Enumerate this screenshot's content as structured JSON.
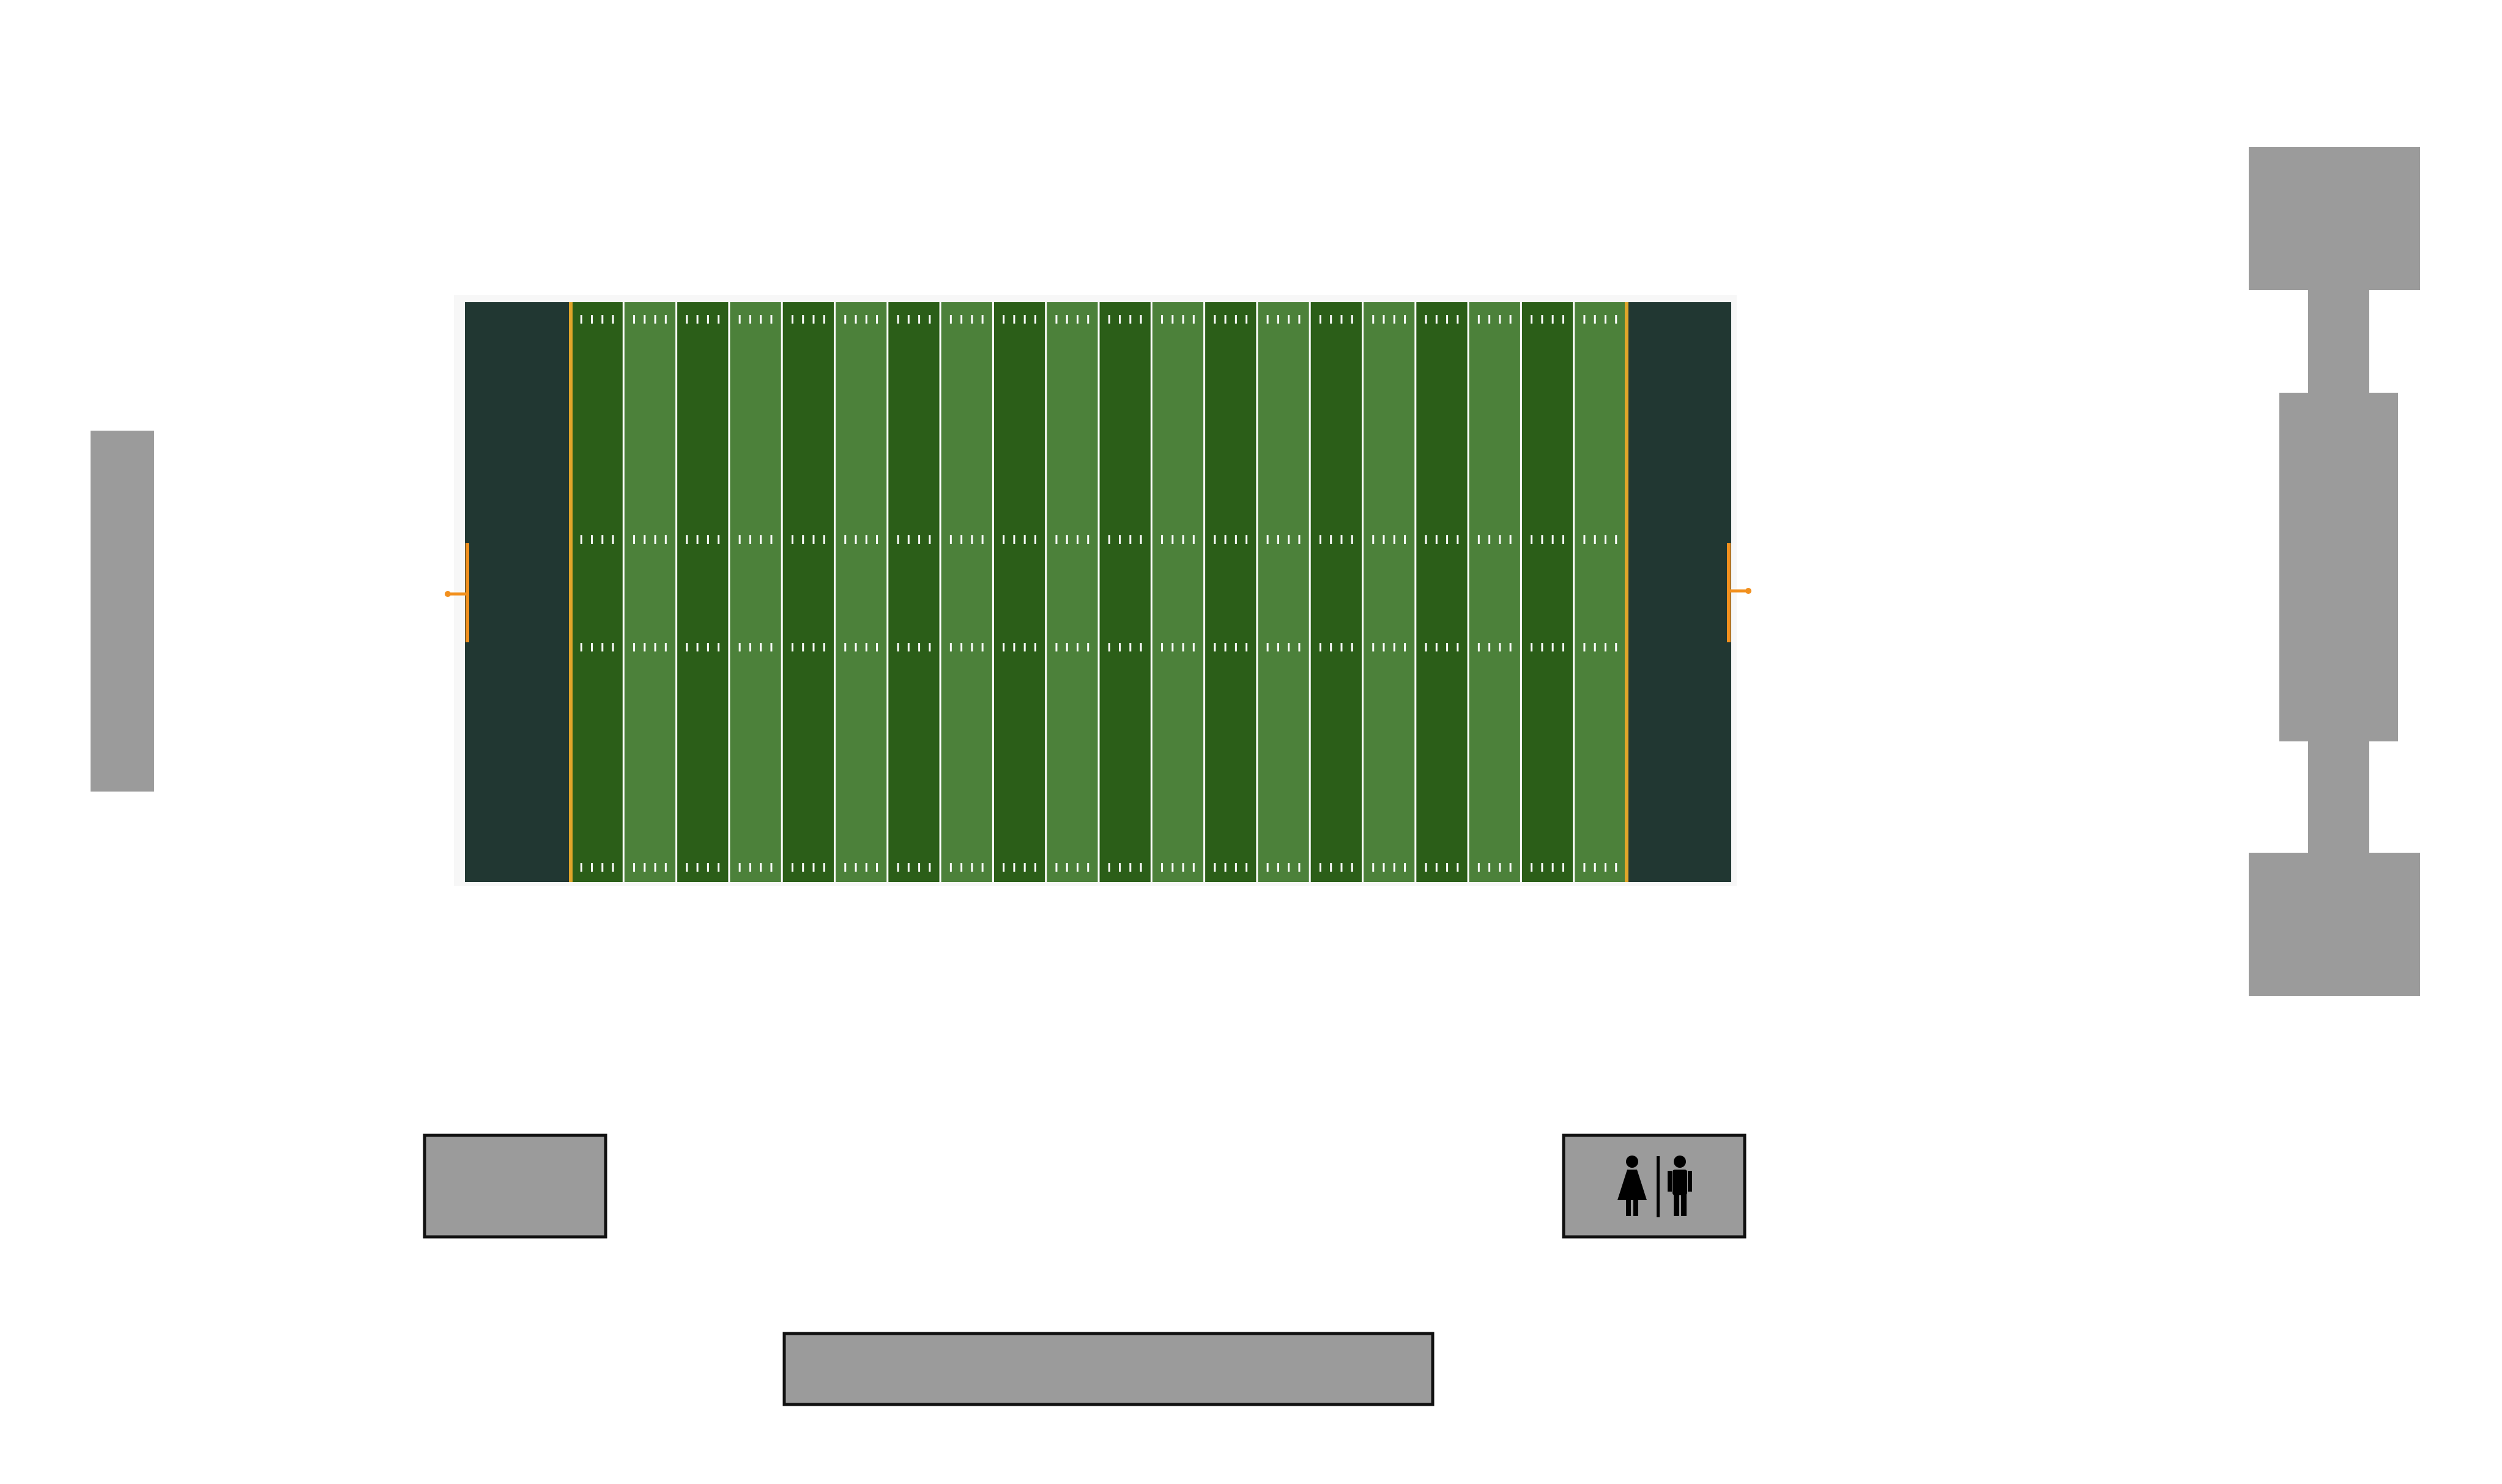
{
  "map": {
    "field": {
      "yard_stripes": 20,
      "hash_groups_per_stripe": 4,
      "colors": {
        "turf_dark": "#2b5e18",
        "turf_light": "#4c813a",
        "end_zone": "#213732",
        "field_lines": "#ffffff",
        "goal_line": "#e0a52a",
        "goal_post": "#f2901e",
        "border": "#eeeeee"
      }
    },
    "structures": {
      "colors": {
        "fill": "#9b9b9b",
        "stroke": "#111111"
      },
      "left_bleacher_icon": "rectangle",
      "right_building_icon": "building-footprint",
      "concession_icon": "rectangle",
      "restroom_icon": "restroom-icon",
      "south_bleacher_icon": "rectangle"
    },
    "restroom": {
      "icon": "restroom-icon",
      "icon_color": "#000000"
    }
  }
}
